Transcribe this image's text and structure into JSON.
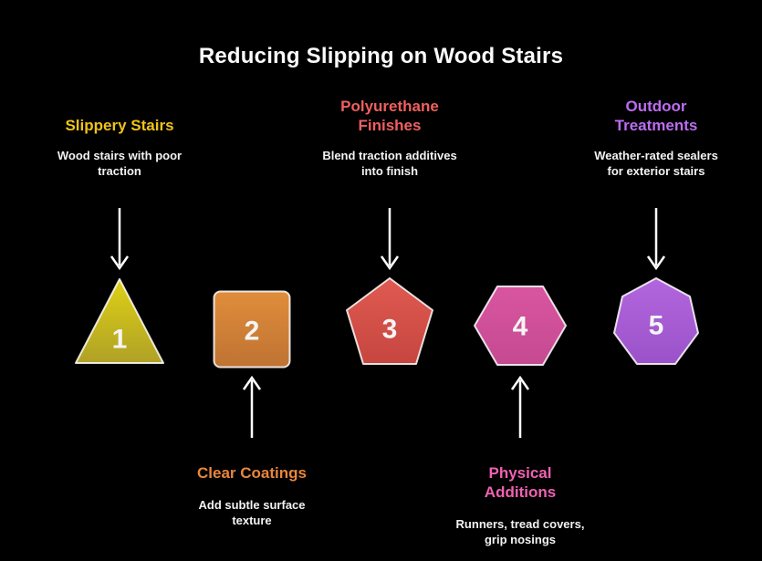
{
  "title": "Reducing Slipping on Wood Stairs",
  "items": [
    {
      "number": "1",
      "heading": "Slippery Stairs",
      "description": "Wood stairs with poor\ntraction",
      "shape": "triangle",
      "label_position": "above",
      "heading_color": "#efc319",
      "fill_top": "#ddd014",
      "fill_bottom": "#b0a127"
    },
    {
      "number": "2",
      "heading": "Clear Coatings",
      "description": "Add subtle surface\ntexture",
      "shape": "square",
      "label_position": "below",
      "heading_color": "#e8863b",
      "fill_top": "#e08d3b",
      "fill_bottom": "#bf7333"
    },
    {
      "number": "3",
      "heading": "Polyurethane\nFinishes",
      "description": "Blend traction additives\ninto finish",
      "shape": "pentagon",
      "label_position": "above",
      "heading_color": "#f15f5f",
      "fill_top": "#df5a51",
      "fill_bottom": "#c6463f"
    },
    {
      "number": "4",
      "heading": "Physical\nAdditions",
      "description": "Runners, tread covers,\ngrip nosings",
      "shape": "hexagon",
      "label_position": "below",
      "heading_color": "#f061b2",
      "fill_top": "#d9559f",
      "fill_bottom": "#c44a92"
    },
    {
      "number": "5",
      "heading": "Outdoor\nTreatments",
      "description": "Weather-rated sealers\nfor exterior stairs",
      "shape": "heptagon",
      "label_position": "above",
      "heading_color": "#bc6cf2",
      "fill_top": "#b266dd",
      "fill_bottom": "#9b52c9"
    }
  ],
  "colors": {
    "background": "#000000",
    "title": "#fafafa",
    "description_text": "#f2f2f2",
    "arrow": "#ffffff",
    "shape_number": "#f5f5f5",
    "shape_border": "#ffffff"
  }
}
